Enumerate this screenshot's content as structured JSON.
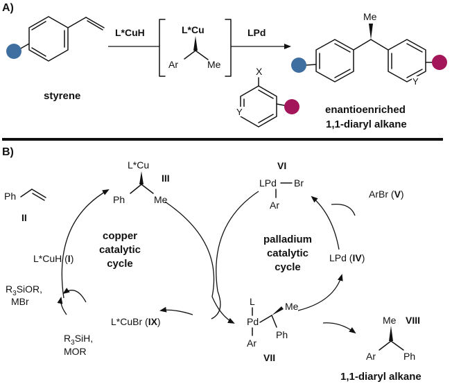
{
  "colors": {
    "blue_group": "#3f6fa0",
    "magenta_group": "#a3175a",
    "ink": "#111111"
  },
  "panelA": {
    "label": "A)",
    "reagent1": "L*CuH",
    "reagent2": "LPd",
    "styrene_caption": "styrene",
    "intermediate_top": "L*Cu",
    "intermediate_ar": "Ar",
    "intermediate_me": "Me",
    "arylhalide_x": "X",
    "arylhalide_y": "Y",
    "product_me": "Me",
    "product_y": "Y",
    "product_caption_line1": "enantioenriched",
    "product_caption_line2": "1,1-diaryl alkane"
  },
  "panelB": {
    "label": "B)",
    "ii_ph": "Ph",
    "ii_label": "II",
    "iii_top": "L*Cu",
    "iii_label": "III",
    "iii_ph": "Ph",
    "iii_me": "Me",
    "i_text": "L*CuH (",
    "i_num": "I",
    "i_close": ")",
    "r3sior_line1a": "R",
    "r3sior_sub": "3",
    "r3sior_line1b": "SiOR,",
    "r3sior_line2": "MBr",
    "r3sih_a": "R",
    "r3sih_sub": "3",
    "r3sih_b": "SiH,",
    "r3sih_line2": "MOR",
    "ix_text": "L*CuBr (",
    "ix_num": "IX",
    "ix_close": ")",
    "copper_line1": "copper",
    "copper_line2": "catalytic",
    "copper_line3": "cycle",
    "vi_label": "VI",
    "vi_lpd": "LPd",
    "vi_br": "Br",
    "vi_ar": "Ar",
    "v_text": "ArBr (",
    "v_num": "V",
    "v_close": ")",
    "pd_line1": "palladium",
    "pd_line2": "catalytic",
    "pd_line3": "cycle",
    "iv_text": "LPd (",
    "iv_num": "IV",
    "iv_close": ")",
    "vii_l": "L",
    "vii_pd": "Pd",
    "vii_ar": "Ar",
    "vii_me": "Me",
    "vii_ph": "Ph",
    "vii_label": "VII",
    "viii_me": "Me",
    "viii_label": "VIII",
    "viii_ar": "Ar",
    "viii_ph": "Ph",
    "product_caption": "1,1-diaryl alkane"
  }
}
